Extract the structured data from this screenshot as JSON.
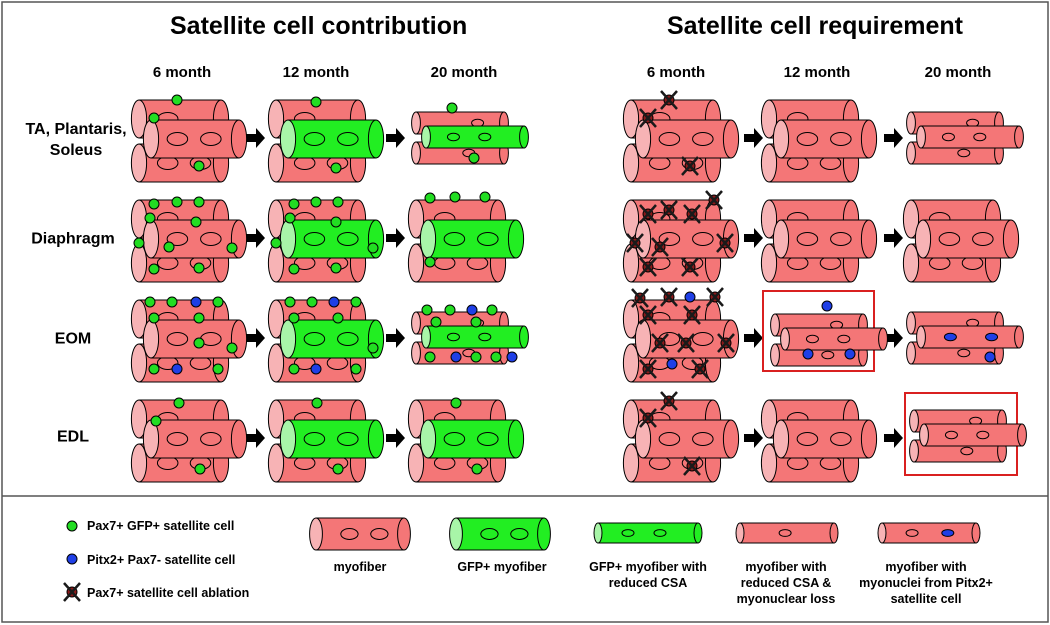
{
  "panels": {
    "contribution": {
      "title": "Satellite cell contribution",
      "columns": [
        "6 month",
        "12 month",
        "20 month"
      ]
    },
    "requirement": {
      "title": "Satellite cell requirement",
      "columns": [
        "6 month",
        "12 month",
        "20 month"
      ]
    }
  },
  "rows": [
    "TA, Plantaris, Soleus",
    "Diaphragm",
    "EOM",
    "EDL"
  ],
  "legend": {
    "pax7_gfp": "Pax7+ GFP+ satellite cell",
    "pitx2": "Pitx2+ Pax7- satellite cell",
    "ablation": "Pax7+ satellite cell ablation",
    "myofiber": "myofiber",
    "gfp_myofiber": "GFP+ myofiber",
    "gfp_reduced": "GFP+ myofiber with reduced CSA",
    "reduced_loss": "myofiber with reduced CSA & myonuclear loss",
    "pitx2_nuclei": "myofiber with myonuclei from Pitx2+ satellite cell"
  },
  "colors": {
    "myofiber": "#f47677",
    "myofiber_end": "#f7b3b5",
    "gfp": "#22ee22",
    "gfp_end": "#a8f5a8",
    "pax7_cell": "#22dd22",
    "pitx2_cell": "#1f3fe6",
    "ablation_cell": "#8b1a1a",
    "highlight_box": "#d92020"
  }
}
